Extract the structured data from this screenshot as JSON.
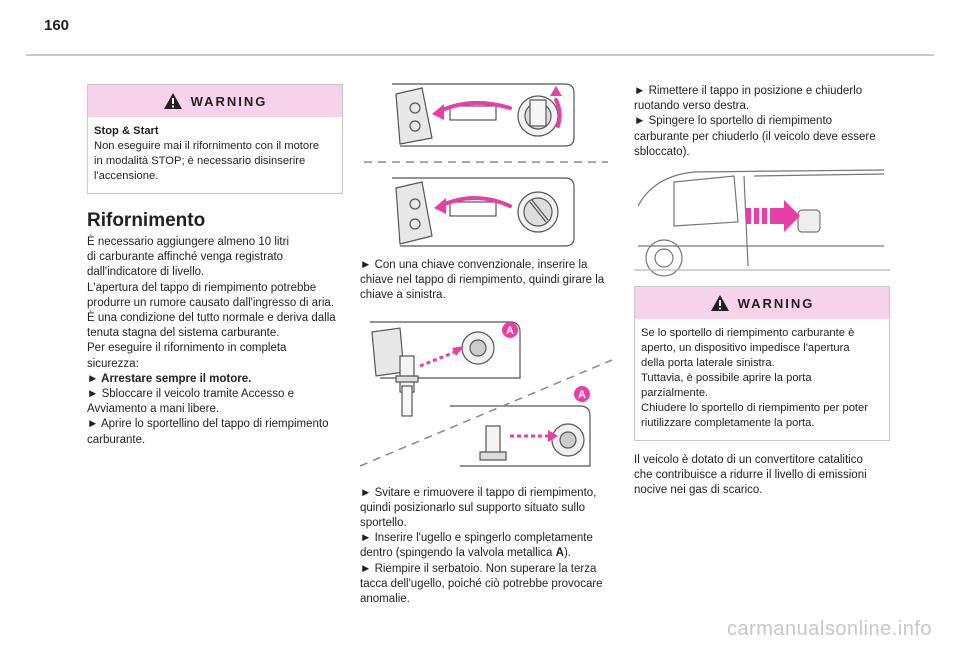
{
  "page_number": "160",
  "warning1": {
    "title": "WARNING",
    "heading": "Stop & Start",
    "lines": [
      "Non eseguire mai il rifornimento con il motore",
      "in modalità STOP; è necessario disinserire",
      "l'accensione."
    ]
  },
  "section": {
    "title": "Rifornimento",
    "lines": [
      "È necessario aggiungere almeno 10 litri",
      "di carburante affinché venga registrato",
      "dall'indicatore di livello.",
      "L'apertura del tappo di riempimento potrebbe",
      "produrre un rumore causato dall'ingresso di aria.",
      "È una condizione del tutto normale e deriva dalla",
      "tenuta stagna del sistema carburante.",
      "Per eseguire il rifornimento in completa",
      "sicurezza:"
    ],
    "step1": "► Arrestare sempre il motore.",
    "steps": [
      "► Sbloccare il veicolo tramite Accesso e",
      "Avviamento a mani libere.",
      "► Aprire lo sportellino del tappo di riempimento",
      "carburante."
    ]
  },
  "mid": {
    "text1": [
      "► Con una chiave convenzionale, inserire la",
      "chiave nel tappo di riempimento, quindi girare la",
      "chiave a sinistra."
    ],
    "label_a": "A",
    "text2a": [
      "► Svitare e rimuovere il tappo di riempimento,",
      "quindi posizionarlo sul supporto situato sullo",
      "sportello.",
      "► Inserire l'ugello e spingerlo completamente"
    ],
    "text2b_pre": "dentro (spingendo la valvola metallica ",
    "text2b_bold": "A",
    "text2b_post": ").",
    "text2c": [
      "► Riempire il serbatoio. Non superare la terza",
      "tacca dell'ugello, poiché ciò potrebbe provocare",
      "anomalie."
    ]
  },
  "right": {
    "text1": [
      "► Rimettere il tappo in posizione e chiuderlo",
      "ruotando verso destra.",
      "► Spingere lo sportello di riempimento",
      "carburante per chiuderlo (il veicolo deve essere",
      "sbloccato)."
    ],
    "warning2": {
      "title": "WARNING",
      "lines": [
        "Se lo sportello di riempimento carburante è",
        "aperto, un dispositivo impedisce l'apertura",
        "della porta laterale sinistra.",
        "Tuttavia, è possibile aprire la porta",
        "parzialmente.",
        "Chiudere lo sportello di riempimento per poter",
        "riutilizzare completamente la porta."
      ]
    },
    "text2": [
      "Il veicolo è dotato di un convertitore catalitico",
      "che contribuisce a ridurre il livello di emissioni",
      "nocive nei gas di scarico."
    ]
  },
  "watermark": "carmanualsonline.info",
  "colors": {
    "warning_bg": "#f6d3ea",
    "arrow": "#e83fa6"
  }
}
